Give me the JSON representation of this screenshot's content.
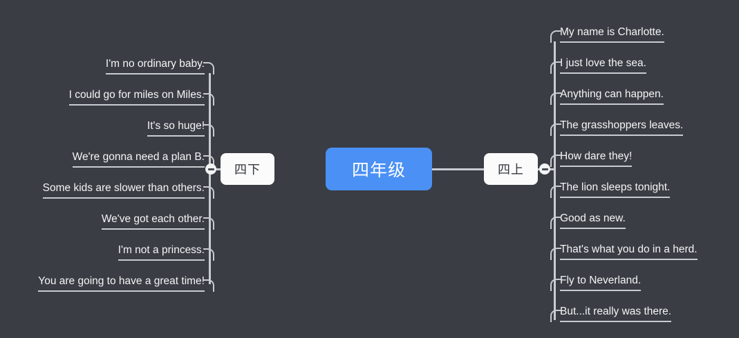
{
  "canvas": {
    "background": "#3a3d44",
    "line_color": "#c9ccd1",
    "text_color": "#f4f5f6"
  },
  "root": {
    "label": "四年级",
    "color": "#4a90f5",
    "text_color": "#ffffff"
  },
  "branches": [
    {
      "id": "left",
      "label": "四下",
      "side": "left",
      "collapse_icon": "minus-circle-icon",
      "collapsed": false,
      "items": [
        {
          "text": "I'm no ordinary baby."
        },
        {
          "text": "I could go for miles on Miles."
        },
        {
          "text": "It's so huge!"
        },
        {
          "text": "We're gonna need a plan B."
        },
        {
          "text": "Some kids are slower than others."
        },
        {
          "text": "We've got each other."
        },
        {
          "text": "I'm not a princess."
        },
        {
          "text": "You are going to have a great time!"
        }
      ]
    },
    {
      "id": "right",
      "label": "四上",
      "side": "right",
      "collapse_icon": "minus-circle-icon",
      "collapsed": false,
      "items": [
        {
          "text": "My name is Charlotte."
        },
        {
          "text": "I just love the sea."
        },
        {
          "text": "Anything can happen."
        },
        {
          "text": "The grasshoppers leaves."
        },
        {
          "text": "How dare they!"
        },
        {
          "text": "The lion sleeps tonight."
        },
        {
          "text": "Good as new."
        },
        {
          "text": "That's what you do in a herd."
        },
        {
          "text": "Fly to Neverland."
        },
        {
          "text": "But...it really was there."
        }
      ]
    }
  ]
}
